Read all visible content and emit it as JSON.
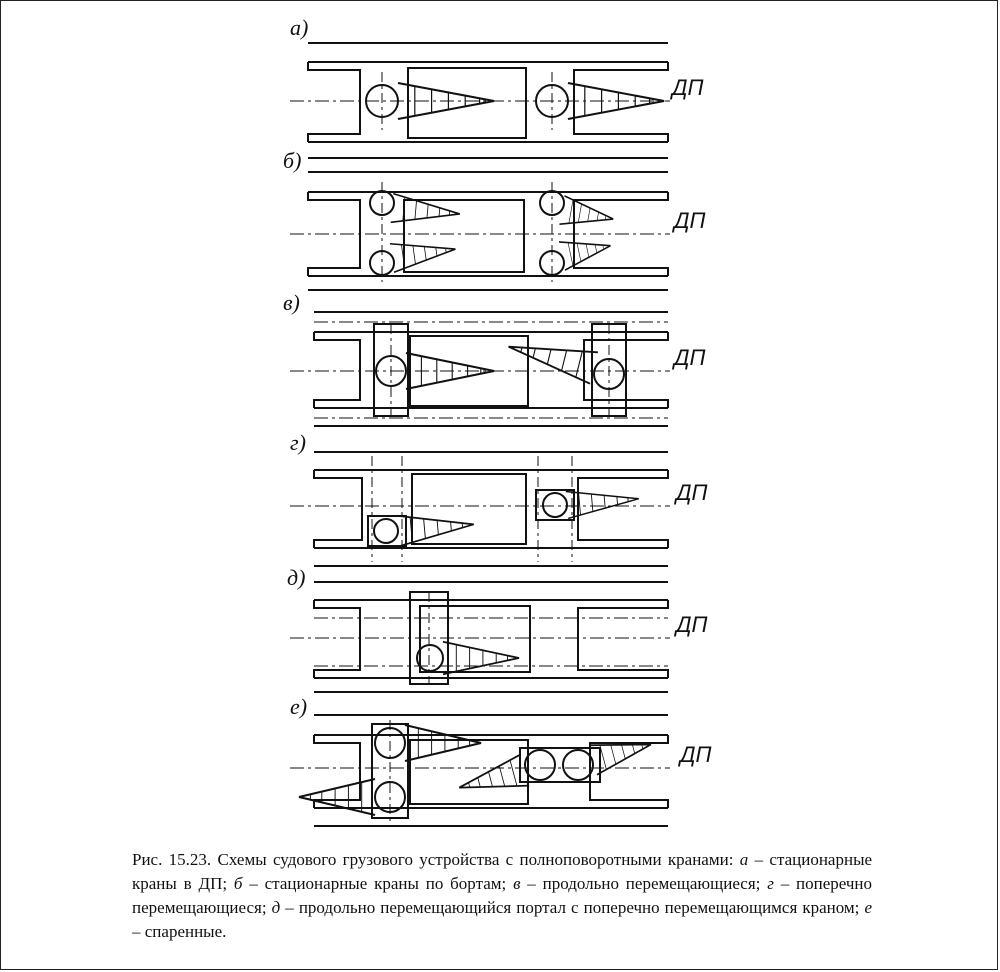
{
  "panels": [
    {
      "label": "а)",
      "axis_label": "ДП"
    },
    {
      "label": "б)",
      "axis_label": "ДП"
    },
    {
      "label": "в)",
      "axis_label": "ДП"
    },
    {
      "label": "г)",
      "axis_label": "ДП"
    },
    {
      "label": "д)",
      "axis_label": "ДП"
    },
    {
      "label": "е)",
      "axis_label": "ДП"
    }
  ],
  "caption": {
    "figure_number": "Рис. 15.23.",
    "lead": "Схемы судового грузового устройства с полноповоротными кранами:",
    "items": [
      {
        "letter": "а",
        "text": "– стационарные краны в ДП;"
      },
      {
        "letter": "б",
        "text": "– стационарные краны по бортам;"
      },
      {
        "letter": "в",
        "text": "– продольно перемещающиеся;"
      },
      {
        "letter": "г",
        "text": "– поперечно перемещающиеся;"
      },
      {
        "letter": "д",
        "text": "– продольно перемещающийся портал с поперечно перемещающимся краном;"
      },
      {
        "letter": "е",
        "text": "– спаренные."
      }
    ]
  }
}
